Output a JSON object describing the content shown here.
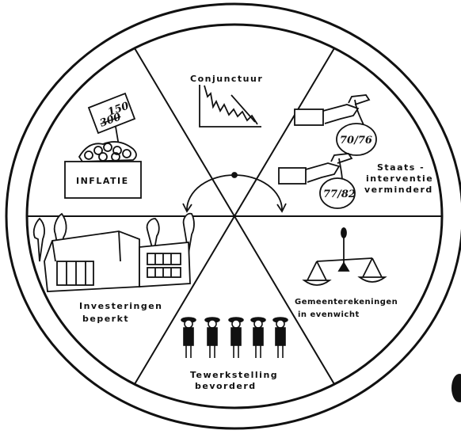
{
  "segments": {
    "conjunctuur": "Conjunctuur",
    "staatsinterventie": [
      "Staats -",
      "interventie",
      "verminderd"
    ],
    "gemeenterekeningen": [
      "Gemeenterekeningen",
      "in evenwicht"
    ],
    "tewerkstelling": [
      "Tewerkstelling",
      "bevorderd"
    ],
    "investeringen": [
      "Investeringen",
      "beperkt"
    ],
    "inflatie": "INFLATIE"
  },
  "sign": {
    "top": "150",
    "bottom": "300"
  },
  "bags": {
    "first": "70/76",
    "second": "77/82"
  }
}
